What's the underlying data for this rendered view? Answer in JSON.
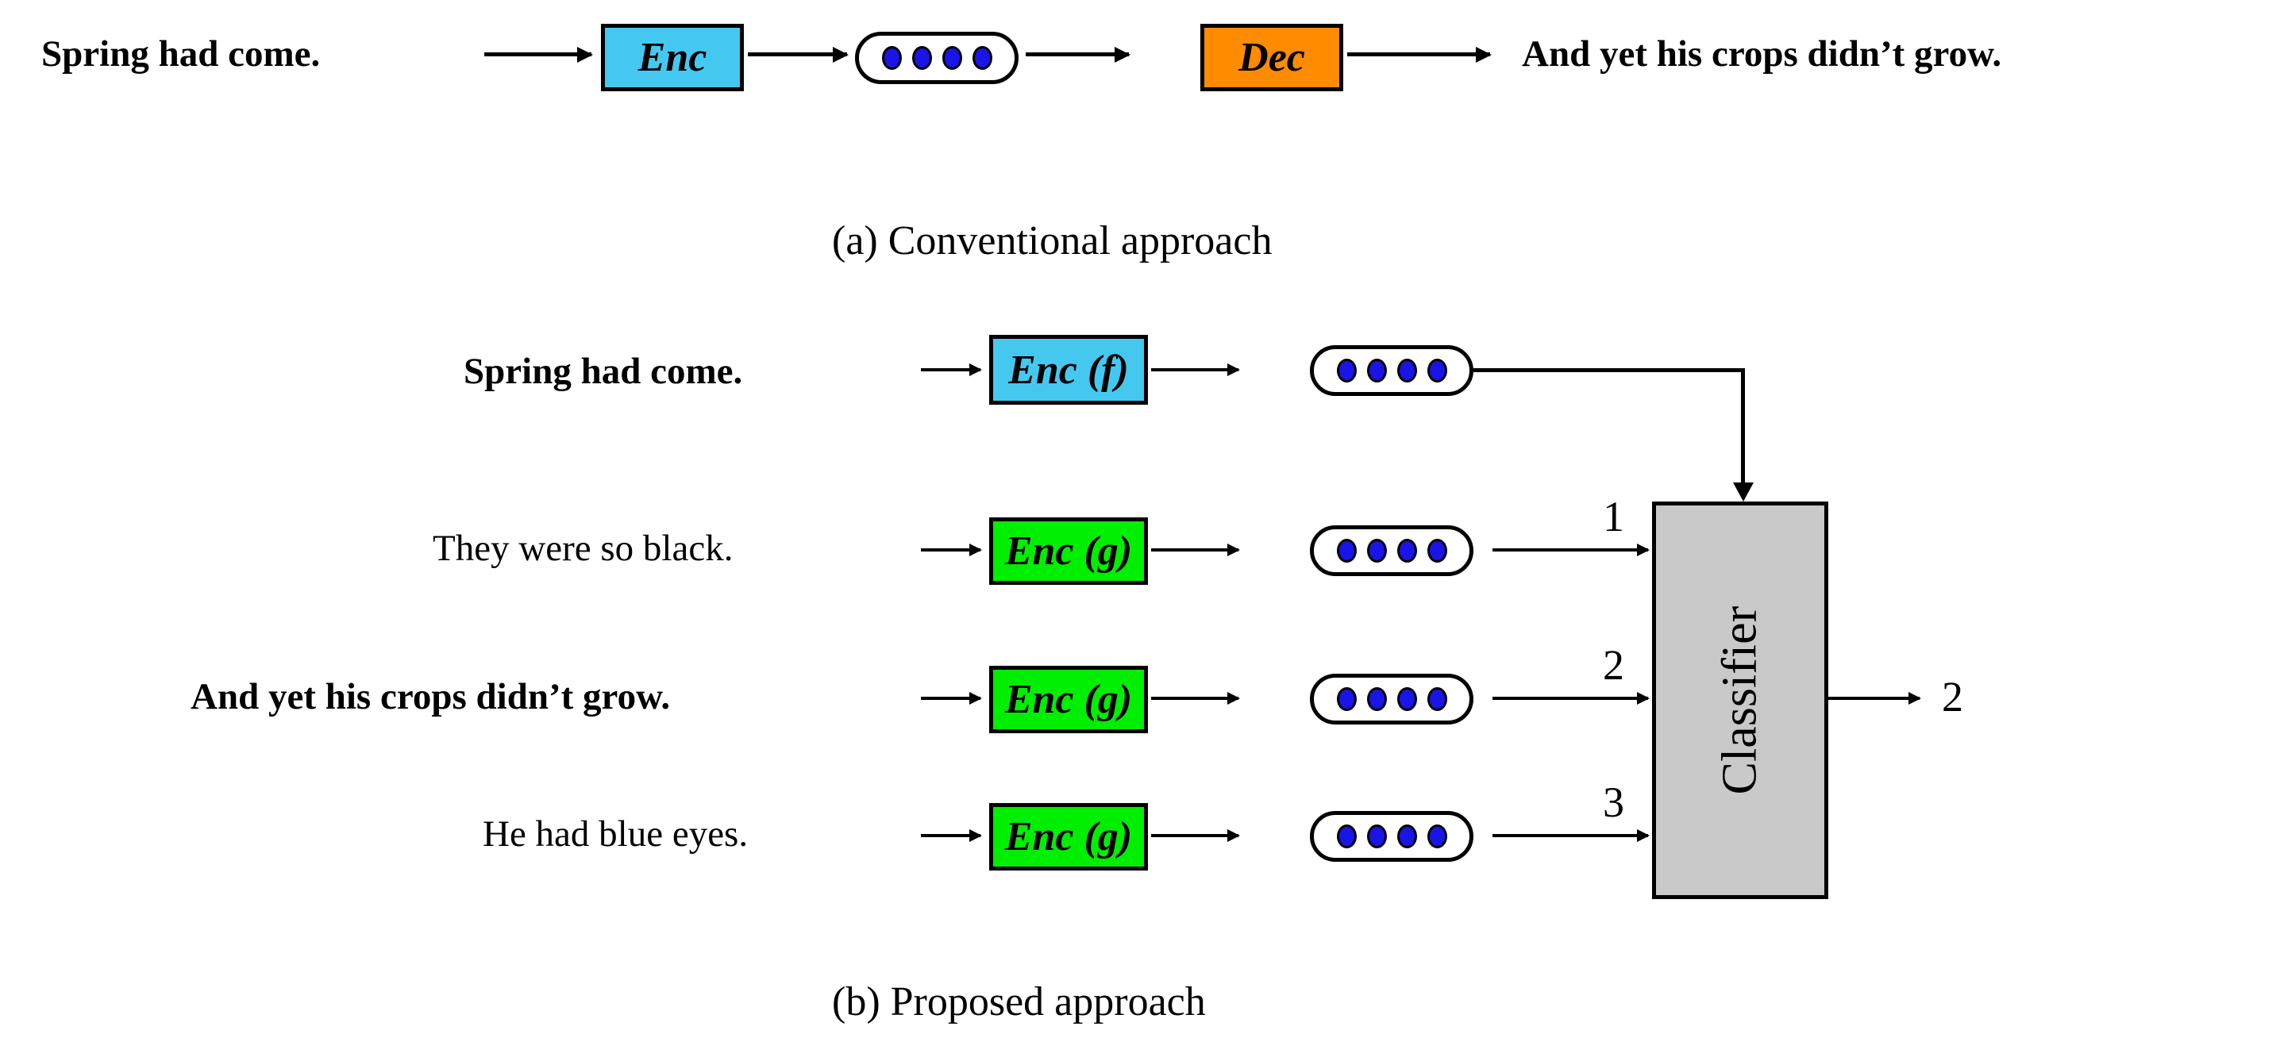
{
  "figure": {
    "panel_a": {
      "caption": "(a) Conventional approach",
      "input_text": "Spring had come.",
      "encoder_label": "Enc",
      "decoder_label": "Dec",
      "output_text": "And yet his crops didn’t grow.",
      "embedding_dots": 4,
      "colors": {
        "encoder": "#45C8F0",
        "decoder": "#FF8C00",
        "dot": "#1A15E6"
      }
    },
    "panel_b": {
      "caption": "(b) Proposed approach",
      "classifier_label": "Classifier",
      "classifier_output": "2",
      "colors": {
        "encoder_f": "#45C8F0",
        "encoder_g": "#00EE00",
        "classifier": "#C9C9C9",
        "dot": "#1A15E6"
      },
      "rows": [
        {
          "text": "Spring had come.",
          "bold": true,
          "encoder_label": "Enc (f)",
          "encoder_color": "#45C8F0",
          "wire_number": ""
        },
        {
          "text": "They were so black.",
          "bold": false,
          "encoder_label": "Enc (g)",
          "encoder_color": "#00EE00",
          "wire_number": "1"
        },
        {
          "text": "And yet his crops didn’t grow.",
          "bold": true,
          "encoder_label": "Enc (g)",
          "encoder_color": "#00EE00",
          "wire_number": "2"
        },
        {
          "text": "He had blue eyes.",
          "bold": false,
          "encoder_label": "Enc (g)",
          "encoder_color": "#00EE00",
          "wire_number": "3"
        }
      ]
    }
  }
}
